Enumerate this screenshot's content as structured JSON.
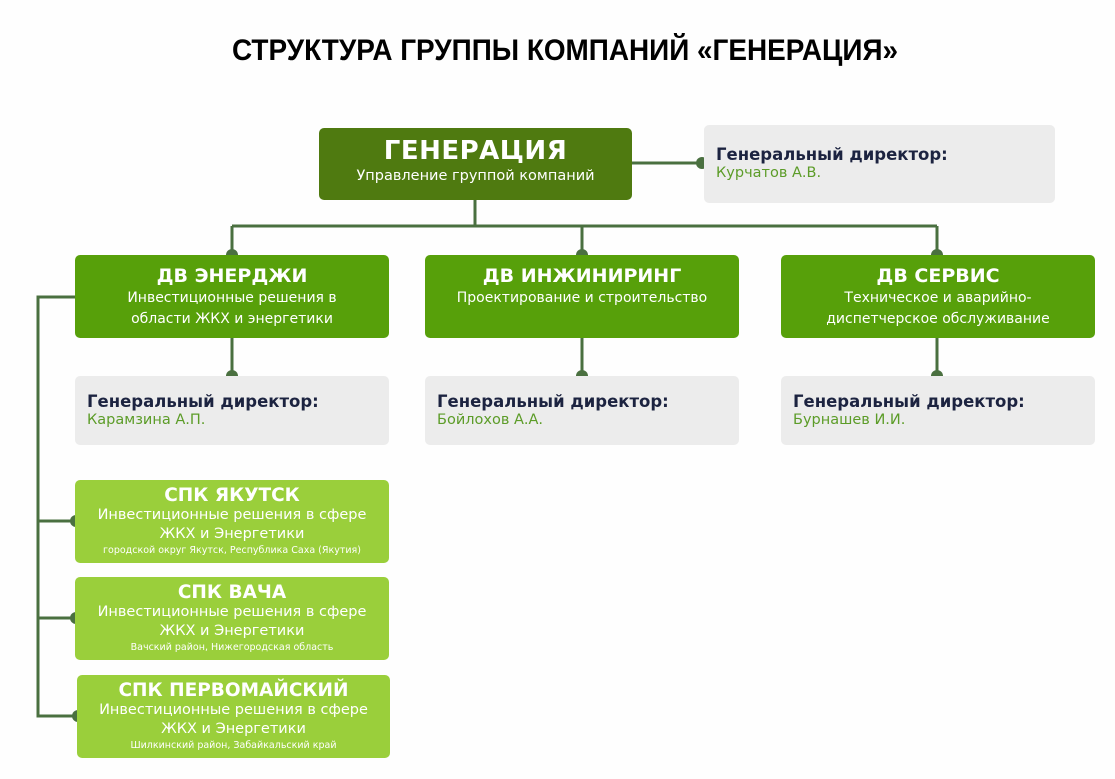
{
  "title": "СТРУКТУРА ГРУППЫ КОМПАНИЙ «ГЕНЕРАЦИЯ»",
  "colors": {
    "root": "#4f7a10",
    "division": "#57a00a",
    "subsidiary": "#9acf3b",
    "info_bg": "#ececec",
    "connector": "#4a7040",
    "label_text": "#1c2340",
    "name_text": "#5c9c28"
  },
  "root": {
    "name": "ГЕНЕРАЦИЯ",
    "description": "Управление группой компаний",
    "director": {
      "label": "Генеральный директор:",
      "name": "Курчатов А.В."
    }
  },
  "divisions": [
    {
      "name": "ДВ ЭНЕРДЖИ",
      "description_lines": [
        "Инвестиционные решения в",
        "области ЖКХ и энергетики"
      ],
      "director": {
        "label": "Генеральный директор:",
        "name": "Карамзина А.П."
      }
    },
    {
      "name": "ДВ ИНЖИНИРИНГ",
      "description_lines": [
        "Проектирование и строительство"
      ],
      "director": {
        "label": "Генеральный директор:",
        "name": "Бойлохов А.А."
      }
    },
    {
      "name": "ДВ СЕРВИС",
      "description_lines": [
        "Техническое и аварийно-",
        "диспетчерское обслуживание"
      ],
      "director": {
        "label": "Генеральный директор:",
        "name": "Бурнашев И.И."
      }
    }
  ],
  "subsidiaries": [
    {
      "name": "СПК ЯКУТСК",
      "description_lines": [
        "Инвестиционные решения в сфере",
        "ЖКХ и Энергетики"
      ],
      "location": "городской округ Якутск, Республика Саха (Якутия)"
    },
    {
      "name": "СПК ВАЧА",
      "description_lines": [
        "Инвестиционные решения в сфере",
        "ЖКХ и Энергетики"
      ],
      "location": "Вачский район, Нижегородская область"
    },
    {
      "name": "СПК ПЕРВОМАЙСКИЙ",
      "description_lines": [
        "Инвестиционные решения в сфере",
        "ЖКХ и Энергетики"
      ],
      "location": "Шилкинский район, Забайкальский край"
    }
  ]
}
